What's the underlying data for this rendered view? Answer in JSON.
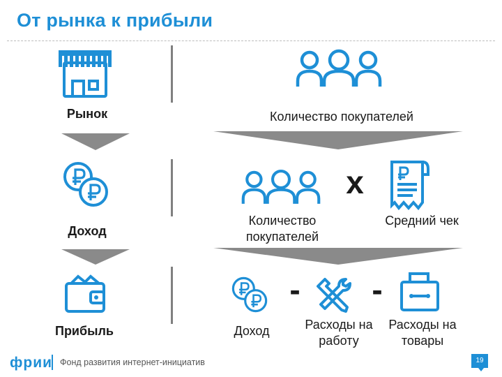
{
  "title": "От рынка к прибыли",
  "rows": {
    "market": {
      "label": "Рынок",
      "right_label": "Количество покупателей"
    },
    "income": {
      "label": "Доход",
      "buyers_label": "Количество покупателей",
      "multiply": "х",
      "check_label": "Средний чек"
    },
    "profit": {
      "label": "Прибыль",
      "income_label": "Доход",
      "minus1": "-",
      "work_label": "Расходы на работу",
      "minus2": "-",
      "goods_label": "Расходы на товары"
    }
  },
  "footer": {
    "logo": "фрии",
    "text": "Фонд развития интернет-инициатив",
    "page_number": "19"
  },
  "colors": {
    "accent": "#1e8fd6",
    "arrow": "#8a8a8a",
    "separator": "#808080"
  },
  "icons": [
    "store-icon",
    "people-icon",
    "coins-icon",
    "receipt-icon",
    "wallet-icon",
    "tools-icon",
    "box-icon"
  ]
}
